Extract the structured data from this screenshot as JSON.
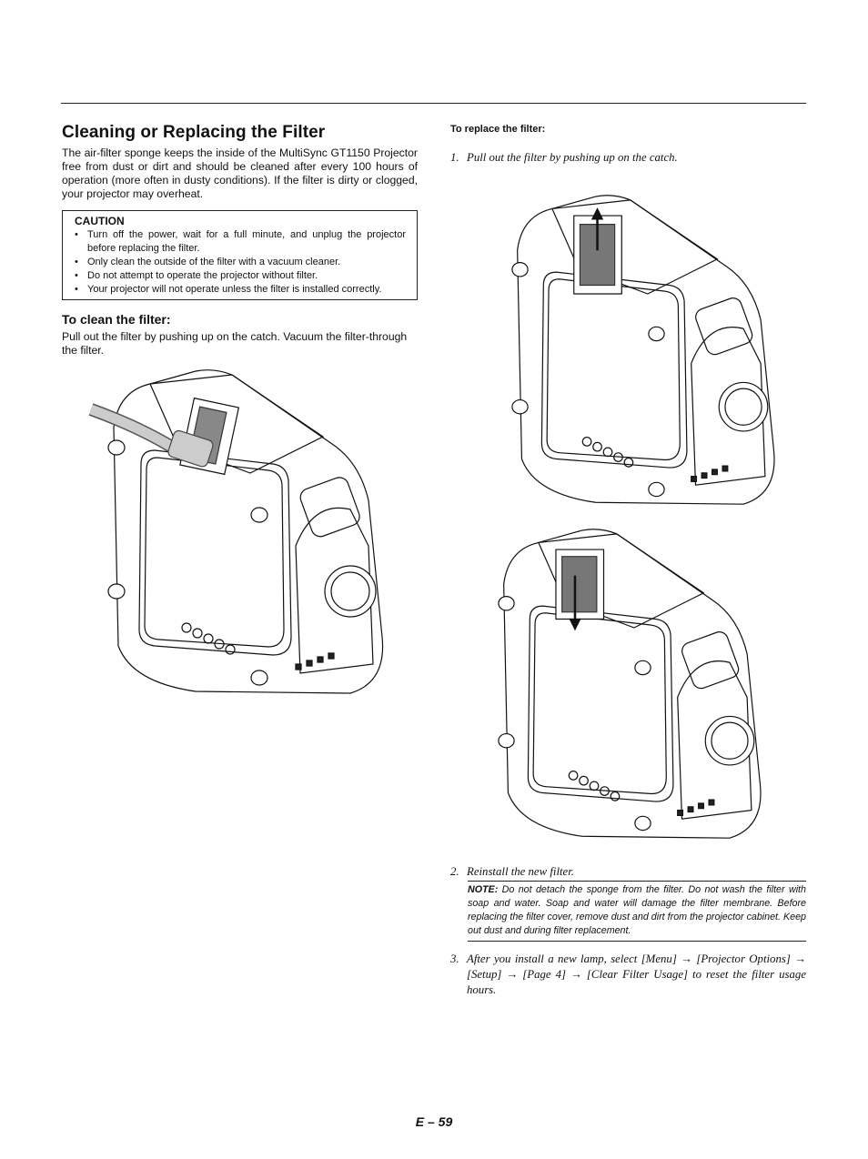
{
  "title": "Cleaning or Replacing the Filter",
  "intro": "The air-filter sponge keeps the inside of the MultiSync GT1150 Projector free from dust or dirt and should be cleaned after every 100 hours of operation (more often in dusty conditions). If the filter is dirty or clogged, your projector may overheat.",
  "caution": {
    "heading": "CAUTION",
    "items": [
      "Turn off the power, wait for a full minute, and unplug the projector before replacing the filter.",
      "Only clean the outside of the filter with a vacuum cleaner.",
      "Do not attempt to operate the projector without filter.",
      "Your projector will not operate unless the filter is installed correctly."
    ]
  },
  "clean": {
    "heading": "To clean the filter:",
    "text": "Pull out the filter by pushing up on the catch. Vacuum the filter-through the filter."
  },
  "replace": {
    "heading": "To replace the filter:",
    "steps": [
      {
        "num": "1.",
        "text": "Pull out the filter by pushing up on the catch."
      },
      {
        "num": "2.",
        "text": "Reinstall the new filter."
      },
      {
        "num": "3.",
        "text": "After you install a new lamp, select [Menu] → [Projector Options] → [Setup] → [Page 4] → [Clear Filter Usage] to reset the filter usage hours."
      }
    ],
    "note_label": "NOTE:",
    "note_text": "Do not detach the sponge from the filter. Do not wash the filter with soap and water. Soap and water will damage the filter membrane. Before replacing the filter cover, remove dust and dirt from the projector cabinet. Keep out dust and during filter replacement."
  },
  "page_number": "E – 59"
}
